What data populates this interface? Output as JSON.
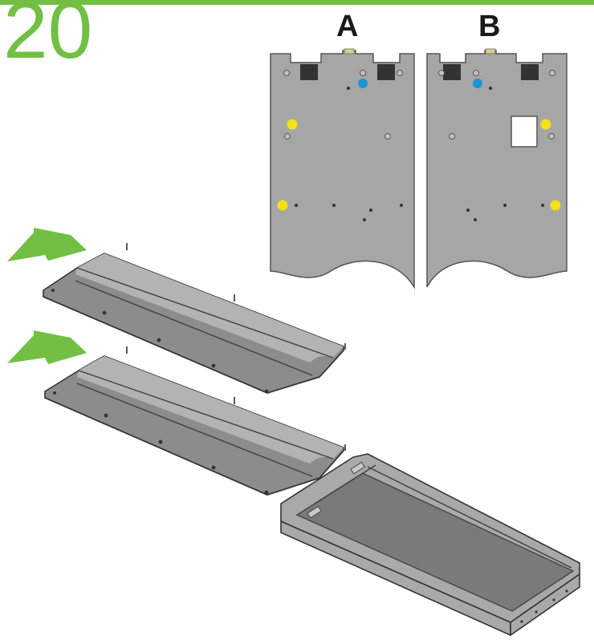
{
  "step": {
    "number": "20"
  },
  "panels": [
    {
      "label": "A"
    },
    {
      "label": "B"
    }
  ],
  "colors": {
    "accent": "#72bf44",
    "panel_fill": "#a6a6a6",
    "panel_stroke": "#555555",
    "dark": "#333333",
    "yellow_marker": "#f3e11a",
    "blue_marker": "#1e93d6",
    "shelf_fill": "#8c8c8c",
    "shelf_highlight": "#b3b3b3",
    "base_fill": "#a9a9a9"
  },
  "icons": [
    "arrow-left-icon",
    "arrow-left-icon"
  ]
}
